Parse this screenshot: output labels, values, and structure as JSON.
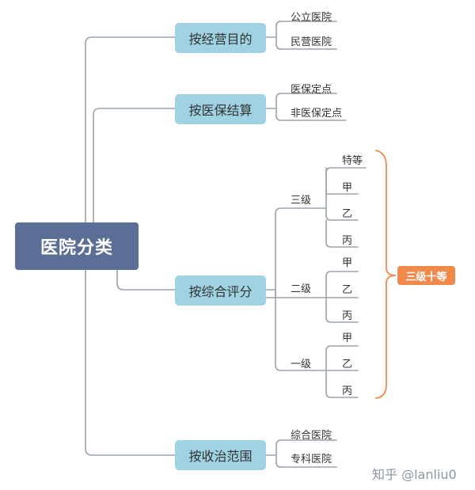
{
  "root": "医院分类",
  "categories": [
    {
      "label": "按经营目的",
      "children": [
        "公立医院",
        "民营医院"
      ]
    },
    {
      "label": "按医保结算",
      "children": [
        "医保定点",
        "非医保定点"
      ]
    },
    {
      "label": "按综合评分",
      "levels": [
        {
          "label": "三级",
          "grades": [
            "特等",
            "甲",
            "乙",
            "丙"
          ]
        },
        {
          "label": "二级",
          "grades": [
            "甲",
            "乙",
            "丙"
          ]
        },
        {
          "label": "一级",
          "grades": [
            "甲",
            "乙",
            "丙"
          ]
        }
      ]
    },
    {
      "label": "按收治范围",
      "children": [
        "综合医院",
        "专科医院"
      ]
    }
  ],
  "badge": "三级十等",
  "watermark": "知乎 @lanliu0",
  "colors": {
    "root": "#5a6e96",
    "category": "#9fd2e3",
    "badge": "#f08a4b",
    "lines": "#9aa3ad"
  }
}
